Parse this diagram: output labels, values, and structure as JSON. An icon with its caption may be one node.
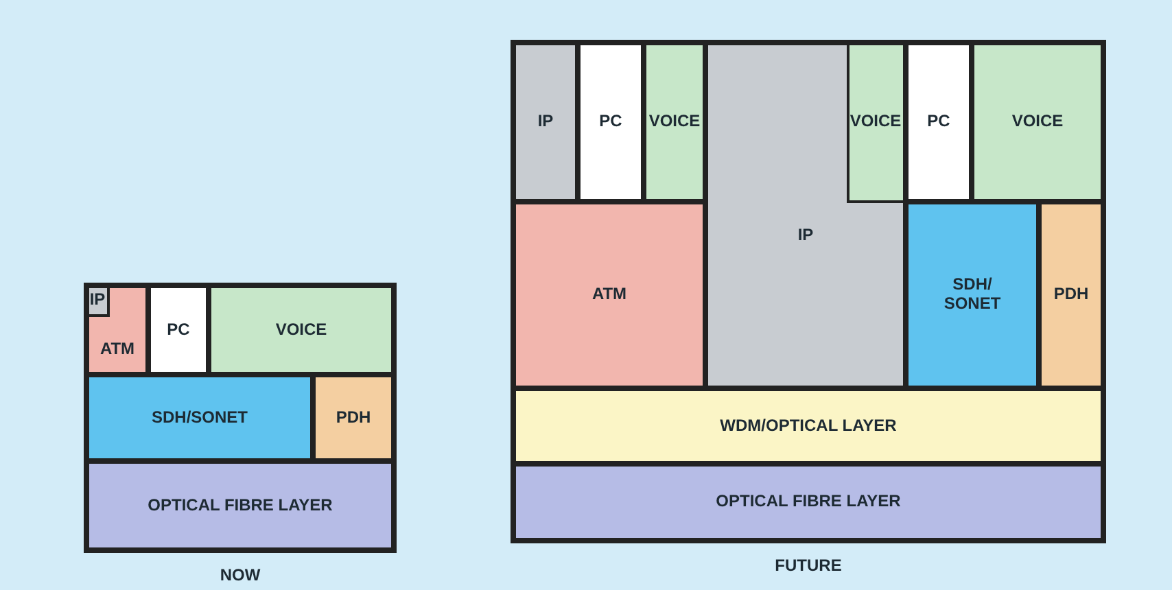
{
  "diagram": {
    "nodes": [
      {
        "text": [
          "NOW"
        ]
      },
      {
        "text": [
          "ATM"
        ],
        "in": 0
      },
      {
        "text": [
          "IP"
        ],
        "in": 1
      },
      {
        "text": [
          "PC"
        ],
        "in": 0
      },
      {
        "text": [
          "VOICE"
        ],
        "in": 0
      },
      {
        "text": [
          "SDH/SONET"
        ],
        "in": 0
      },
      {
        "text": [
          "PDH"
        ],
        "in": 0
      },
      {
        "text": [
          "OPTICAL FIBRE LAYER"
        ],
        "in": 0
      },
      {
        "text": [
          "FUTURE"
        ]
      },
      {
        "text": [
          "IP"
        ],
        "in": 8
      },
      {
        "text": [
          "PC"
        ],
        "in": 8
      },
      {
        "text": [
          "VOICE"
        ],
        "in": 8
      },
      {
        "text": [
          "ATM"
        ],
        "in": 8
      },
      {
        "text": [
          "IP"
        ],
        "in": 8
      },
      {
        "text": [
          "VOICE"
        ],
        "in": 13
      },
      {
        "text": [
          "PC"
        ],
        "in": 8
      },
      {
        "text": [
          "VOICE"
        ],
        "in": 8
      },
      {
        "text": [
          "SDH/ SONET"
        ],
        "in": 8
      },
      {
        "text": [
          "PDH"
        ],
        "in": 8
      },
      {
        "text": [
          "WDM/OPTICAL LAYER"
        ],
        "in": 8
      },
      {
        "text": [
          "OPTICAL FIBRE LAYER"
        ],
        "in": 8
      }
    ]
  }
}
